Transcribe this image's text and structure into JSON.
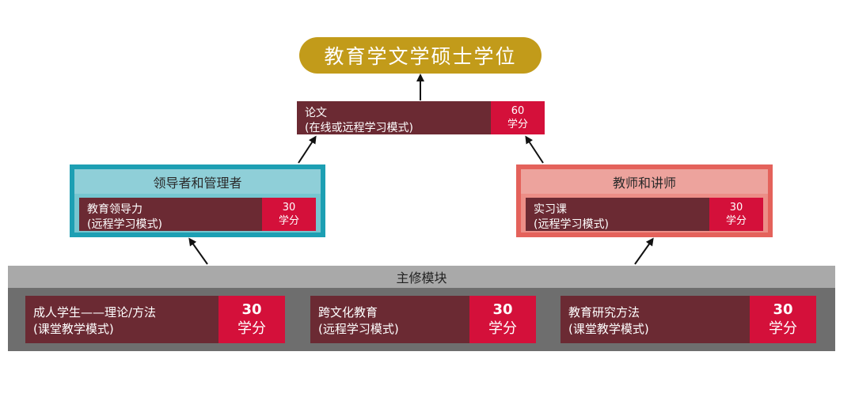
{
  "degree": {
    "title": "教育学文学硕士学位"
  },
  "thesis": {
    "name_line1": "论文",
    "name_line2": "(在线或远程学习模式)",
    "credits_value": "60",
    "credits_unit": "学分"
  },
  "tracks": {
    "left": {
      "title": "领导者和管理者",
      "course": {
        "name_line1": "教育领导力",
        "name_line2": "(远程学习模式)",
        "credits_value": "30",
        "credits_unit": "学分"
      }
    },
    "right": {
      "title": "教师和讲师",
      "course": {
        "name_line1": "实习课",
        "name_line2": "(远程学习模式)",
        "credits_value": "30",
        "credits_unit": "学分"
      }
    }
  },
  "core": {
    "title": "主修模块",
    "modules": [
      {
        "name_line1": "成人学生——理论/方法",
        "name_line2": "(课堂教学模式)",
        "credits_value": "30",
        "credits_unit": "学分"
      },
      {
        "name_line1": "跨文化教育",
        "name_line2": "(远程学习模式)",
        "credits_value": "30",
        "credits_unit": "学分"
      },
      {
        "name_line1": "教育研究方法",
        "name_line2": "(课堂教学模式)",
        "credits_value": "30",
        "credits_unit": "学分"
      }
    ]
  },
  "colors": {
    "degree": "#c29b1a",
    "course": "#6b2a33",
    "credit": "#d4103a",
    "leader_track": "#1d9fb3",
    "teacher_track": "#e4625b",
    "core_header": "#a9a9a9",
    "core_body": "#6e6e6e"
  }
}
